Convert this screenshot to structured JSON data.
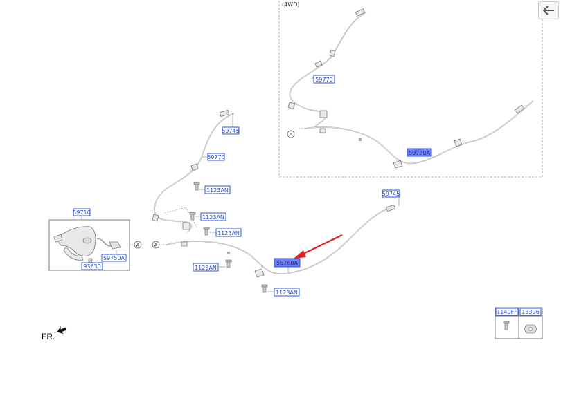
{
  "inset": {
    "title": "(4WD)"
  },
  "labels": {
    "p59770_4wd": "59770",
    "p59760A_4wd": "59760A",
    "p59745_front": "59745",
    "p59770": "59770",
    "p1123AN_1": "1123AN",
    "p1123AN_2": "1123AN",
    "p1123AN_3": "1123AN",
    "p1123AN_4": "1123AN",
    "p1123AN_5": "1123AN",
    "p59710": "59710",
    "p59750A": "59750A",
    "p93830": "93830",
    "p59745_rear": "59745",
    "p59760A": "59760A",
    "p1140FF": "1140FF",
    "p13396": "13396"
  },
  "callouts": {
    "a1": "A",
    "a2": "A",
    "a3": "A"
  },
  "direction": {
    "front": "FR."
  },
  "colors": {
    "label_border": "#2f55e0",
    "highlight_fill": "#6d7df2",
    "arrow": "#e02020"
  }
}
